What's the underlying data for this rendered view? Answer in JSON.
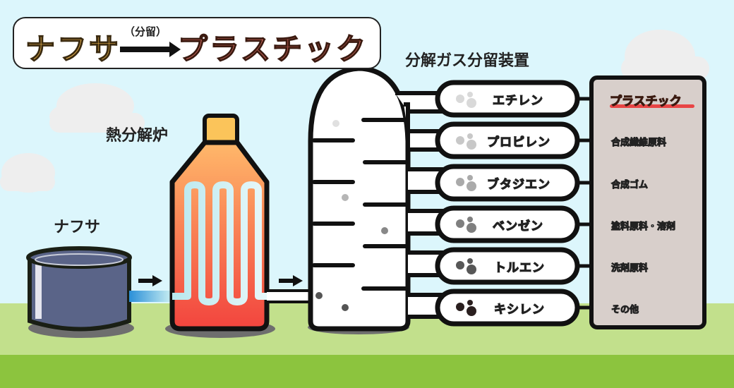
{
  "title": {
    "source": "ナフサ",
    "process": "（分留）",
    "product": "プラスチック",
    "source_color": "#f8bf50",
    "product_color": "#e5766b"
  },
  "labels": {
    "naphtha": "ナフサ",
    "furnace": "熱分解炉",
    "distiller": "分解ガス分留装置"
  },
  "colors": {
    "sky": "#dcf6fc",
    "ground_light": "#c2e08c",
    "ground_dark": "#8cc43e",
    "tank": "#5a6488",
    "furnace_top": "#ffb86a",
    "furnace_bottom": "#f2443e",
    "furnace_cap": "#fbc45a",
    "coil": "#c8eef2",
    "products_box": "#d8cfcb",
    "highlight_underline": "#e84545"
  },
  "fractions": [
    {
      "name": "エチレン",
      "use": "プラスチック",
      "dot_color": "#d9d9d9",
      "highlight": true
    },
    {
      "name": "プロピレン",
      "use": "合成繊維原料",
      "dot_color": "#c8c8c8",
      "highlight": false
    },
    {
      "name": "ブタジエン",
      "use": "合成ゴム",
      "dot_color": "#aaaaaa",
      "highlight": false
    },
    {
      "name": "ベンゼン",
      "use": "塗料原料・溶剤",
      "dot_color": "#7f7f7f",
      "highlight": false
    },
    {
      "name": "トルエン",
      "use": "洗剤原料",
      "dot_color": "#575757",
      "highlight": false
    },
    {
      "name": "キシレン",
      "use": "その他",
      "dot_color": "#2a1f1f",
      "highlight": false
    }
  ]
}
